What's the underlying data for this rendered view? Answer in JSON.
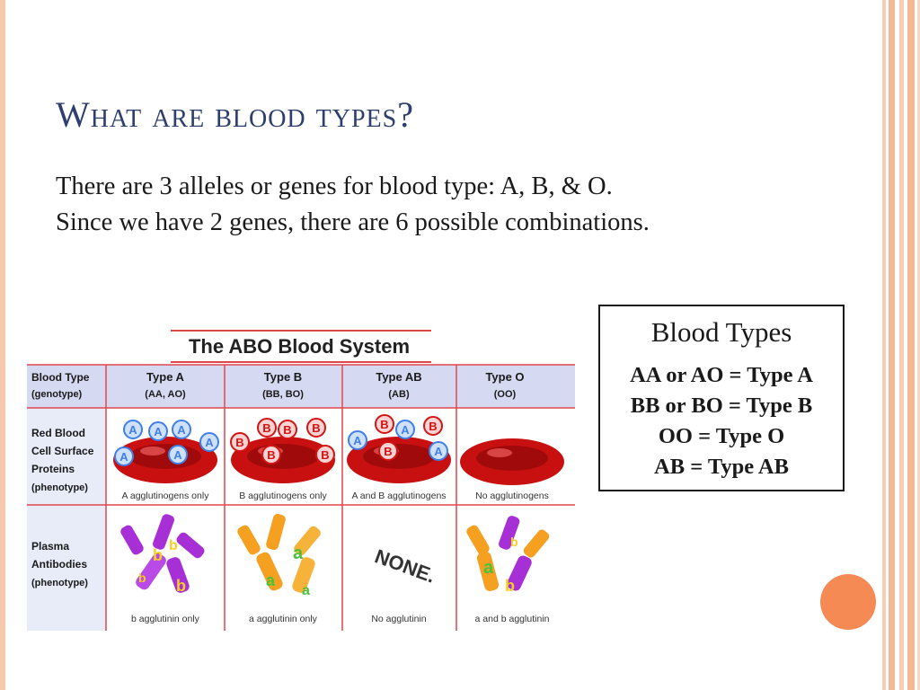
{
  "slide": {
    "title": "What are blood types?",
    "body_lines": [
      "There are 3 alleles or genes for blood type:  A, B, & O.",
      "Since we have 2 genes, there are 6 possible combinations."
    ]
  },
  "abo_chart": {
    "heading": "The ABO Blood System",
    "row_labels": {
      "blood_type": [
        "Blood Type",
        "(genotype)"
      ],
      "cell_proteins": [
        "Red Blood",
        "Cell Surface",
        "Proteins",
        "(phenotype)"
      ],
      "antibodies": [
        "Plasma",
        "Antibodies",
        "(phenotype)"
      ]
    },
    "columns": [
      {
        "type": "Type A",
        "genotype": "(AA, AO)",
        "cell_caption": "A agglutinogens only",
        "antibody_caption": "b agglutinin only"
      },
      {
        "type": "Type B",
        "genotype": "(BB, BO)",
        "cell_caption": "B agglutinogens only",
        "antibody_caption": "a agglutinin only"
      },
      {
        "type": "Type AB",
        "genotype": "(AB)",
        "cell_caption": "A and B agglutinogens",
        "antibody_caption": "No agglutinin"
      },
      {
        "type": "Type O",
        "genotype": "(OO)",
        "cell_caption": "No agglutinogens",
        "antibody_caption": "a and b agglutinin"
      }
    ],
    "none_label": "NONE.",
    "antigen_a": "A",
    "antigen_b": "B",
    "antibody_a": "a",
    "antibody_b": "b"
  },
  "types_box": {
    "heading": "Blood Types",
    "lines": [
      "AA or AO = Type A",
      "BB or BO = Type B",
      "OO = Type O",
      "AB = Type AB"
    ]
  },
  "colors": {
    "title": "#2e3f6f",
    "accent_orange": "#f58a54",
    "grid_red": "#e0474c",
    "cell_red": "#d41414",
    "antibody_purple": "#a630d6",
    "antibody_orange": "#f5a020",
    "antigen_blue": "#3f7fe8"
  }
}
